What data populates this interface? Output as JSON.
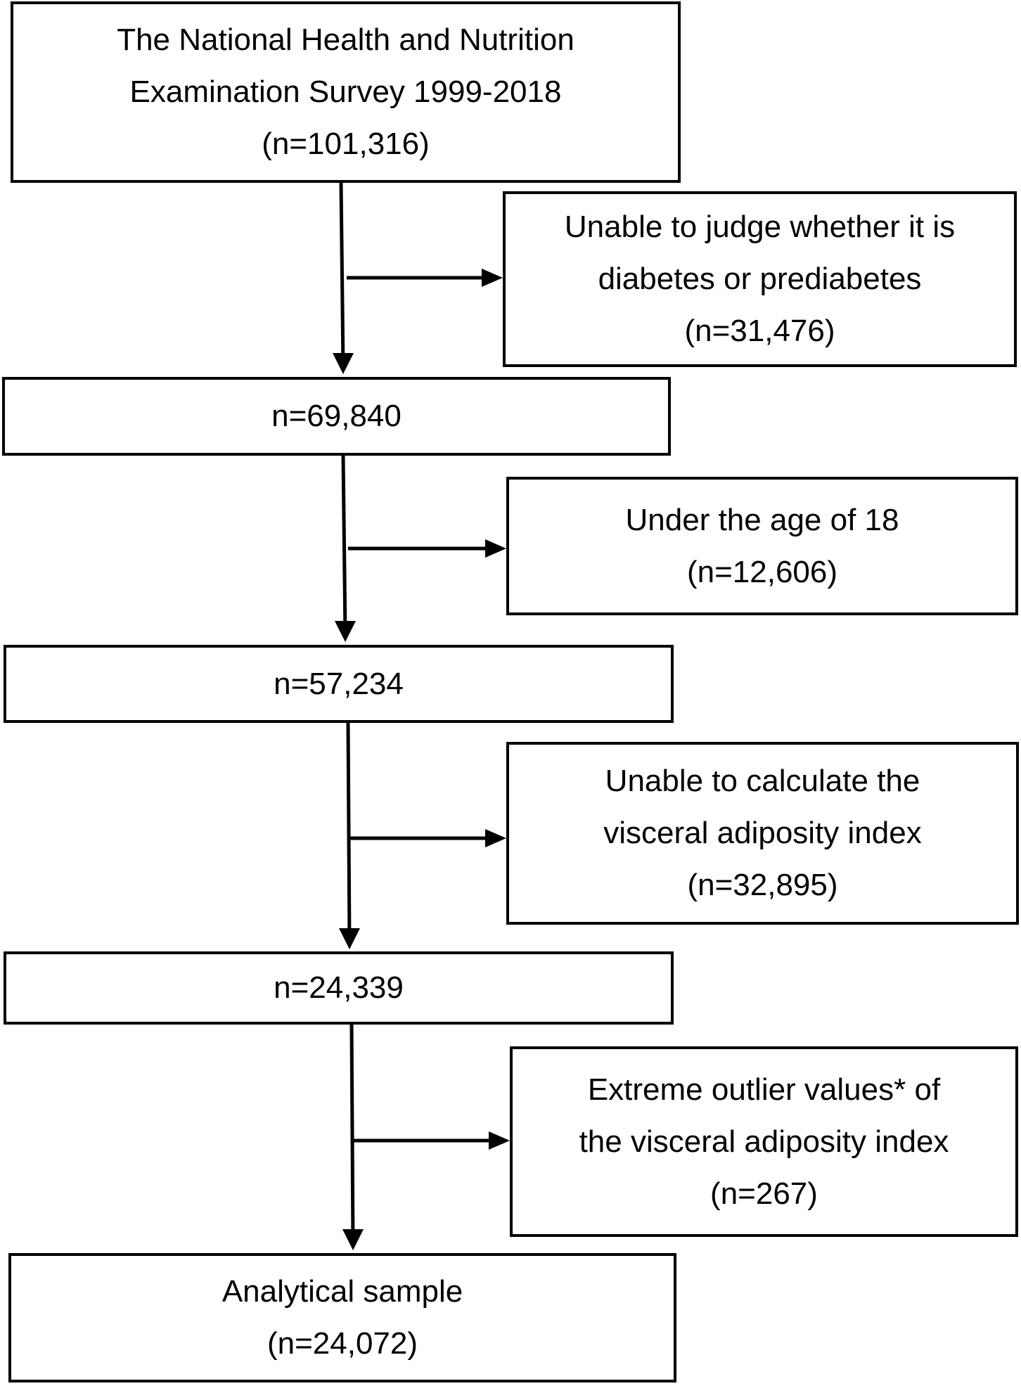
{
  "flow": {
    "nhanes": {
      "line1": "The National Health and Nutrition",
      "line2": "Examination Survey 1999-2018",
      "count": "(n=101,316)"
    },
    "exclusion_diabetes": {
      "line1": "Unable to judge whether it is",
      "line2": "diabetes or prediabetes",
      "count": "(n=31,476)"
    },
    "step1": {
      "count": "n=69,840"
    },
    "exclusion_age": {
      "line1": "Under the age of 18",
      "count": "(n=12,606)"
    },
    "step2": {
      "count": "n=57,234"
    },
    "exclusion_vai": {
      "line1": "Unable to calculate the",
      "line2": "visceral adiposity index",
      "count": "(n=32,895)"
    },
    "step3": {
      "count": "n=24,339"
    },
    "exclusion_outliers": {
      "line1": "Extreme outlier values* of",
      "line2": "the visceral adiposity index",
      "count": "(n=267)"
    },
    "final": {
      "line1": "Analytical sample",
      "count": "(n=24,072)"
    }
  },
  "colors": {
    "stroke": "#000000",
    "background": "#ffffff"
  }
}
